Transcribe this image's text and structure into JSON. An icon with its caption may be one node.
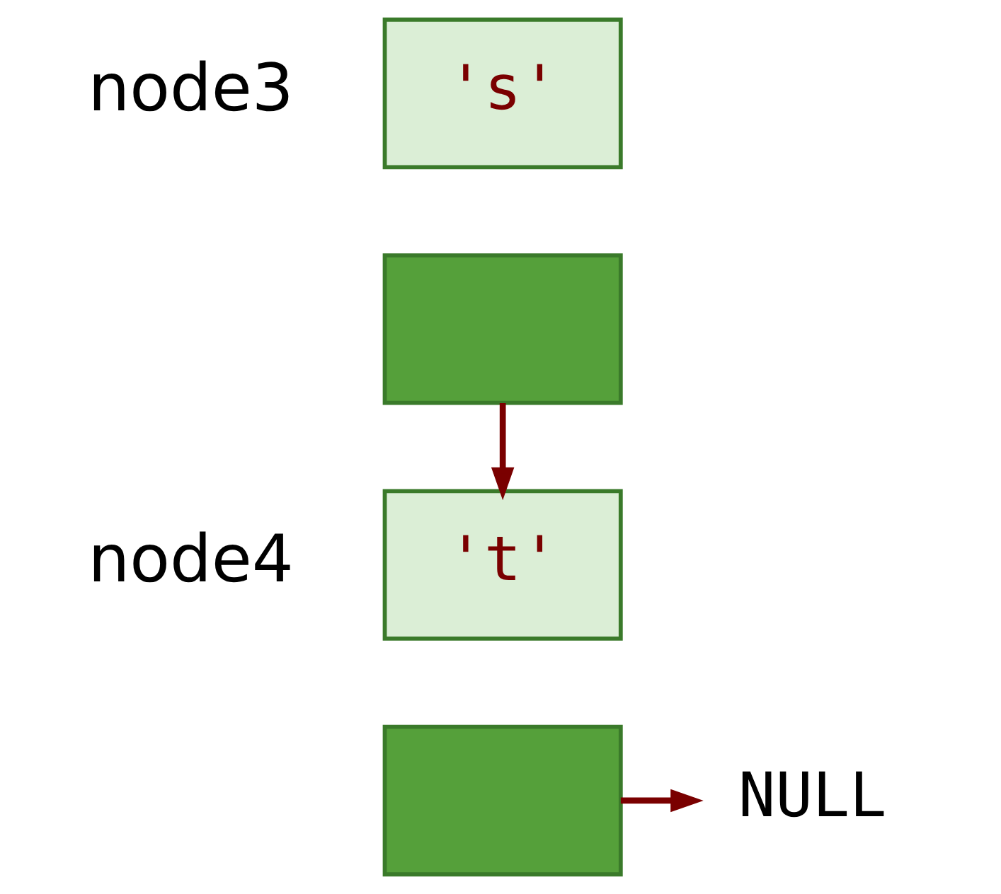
{
  "diagram": {
    "nodes": [
      {
        "text": [
          "'s'"
        ],
        "beside": [
          "node3"
        ]
      },
      {
        "text": [],
        "shape": "box"
      },
      {
        "text": [
          "'t'"
        ],
        "beside": [
          "node4"
        ]
      },
      {
        "text": [],
        "shape": "box"
      },
      {
        "text": [
          "NULL"
        ]
      }
    ],
    "edges": [
      {
        "from": 1,
        "to": 2,
        "arrow": "to"
      },
      {
        "from": 3,
        "to": 4,
        "arrow": "to"
      }
    ]
  }
}
